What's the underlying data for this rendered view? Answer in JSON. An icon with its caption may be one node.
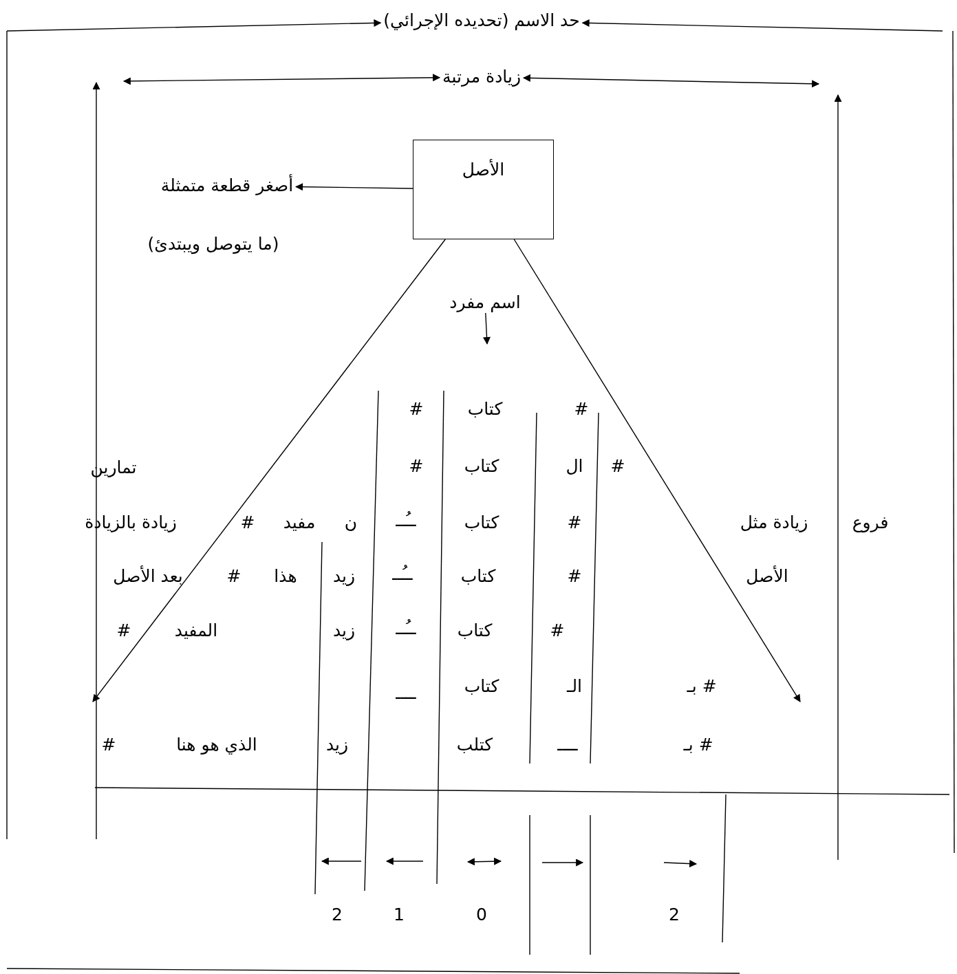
{
  "diagram": {
    "nodes": [
      {
        "text": [
          "حد الاسم (تحديده الإجرائي)"
        ]
      },
      {
        "text": [
          "زيادة مرتبة"
        ]
      },
      {
        "text": [
          "الأصل"
        ]
      },
      {
        "text": [
          "أصغر قطعة متمثلة"
        ]
      },
      {
        "text": [
          "اسم مفرد"
        ]
      }
    ],
    "edges": [
      {
        "from": null,
        "to": 0,
        "arrow": "to"
      },
      {
        "from": null,
        "to": 0,
        "arrow": "to"
      },
      {
        "from": null,
        "to": 1,
        "arrow": "both"
      },
      {
        "from": null,
        "to": 1,
        "arrow": "both"
      },
      {
        "from": 2,
        "to": 3,
        "arrow": "to"
      },
      {
        "from": 4,
        "to": null,
        "arrow": "to"
      },
      {
        "from": 2,
        "to": null,
        "arrow": "to"
      },
      {
        "from": 2,
        "to": null,
        "arrow": "to"
      }
    ],
    "labels": [
      "(ما يتوصل ويبتدئ)",
      "#",
      "كتاب",
      "#",
      "#",
      "ال",
      "كتاب",
      "#",
      "تمارين",
      "فروع",
      "زيادة مثل",
      "#",
      "كتاب",
      "ــُــ",
      "ن",
      "مفيد",
      "#",
      "زيادة بالزيادة",
      "الأصل",
      "#",
      "كتاب",
      "ــُــ",
      "زيد",
      "هذا",
      "#",
      "بعد الأصل",
      "#",
      "كتاب",
      "ــُــ",
      "زيد",
      "المفيد",
      "#",
      "# بـ",
      "الـ",
      "كتاب",
      "ــــ",
      "# بـ",
      "ــــ",
      "كتلب",
      "زيد",
      "الذي هو هنا",
      "#",
      "2",
      "1",
      "0",
      "2"
    ]
  }
}
